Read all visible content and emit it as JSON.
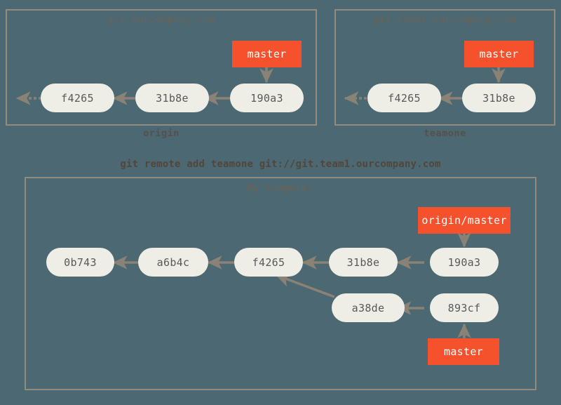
{
  "diagram": {
    "title": "git remote add teamone",
    "background_color": "#4c6873",
    "node_color": "#eeeee6",
    "branch_color": "#f4512c",
    "border_color": "#938c7e",
    "arrow_color": "#8a8274"
  },
  "command": {
    "text": "git remote add teamone git://git.team1.ourcompany.com"
  },
  "origin_repo": {
    "title": "git.ourcompany.com",
    "caption": "origin",
    "commits": [
      {
        "id": "f4265"
      },
      {
        "id": "31b8e"
      },
      {
        "id": "190a3"
      }
    ],
    "branches": [
      {
        "label": "master",
        "points_to": "190a3"
      }
    ]
  },
  "teamone_repo": {
    "title": "git.team1.ourcompany.com",
    "caption": "teamone",
    "commits": [
      {
        "id": "f4265"
      },
      {
        "id": "31b8e"
      }
    ],
    "branches": [
      {
        "label": "master",
        "points_to": "31b8e"
      }
    ]
  },
  "local_repo": {
    "title": "My Computer",
    "commits": [
      {
        "id": "0b743"
      },
      {
        "id": "a6b4c"
      },
      {
        "id": "f4265"
      },
      {
        "id": "31b8e"
      },
      {
        "id": "190a3"
      },
      {
        "id": "a38de"
      },
      {
        "id": "893cf"
      }
    ],
    "branches": [
      {
        "label": "origin/master",
        "points_to": "190a3"
      },
      {
        "label": "master",
        "points_to": "893cf"
      }
    ]
  }
}
